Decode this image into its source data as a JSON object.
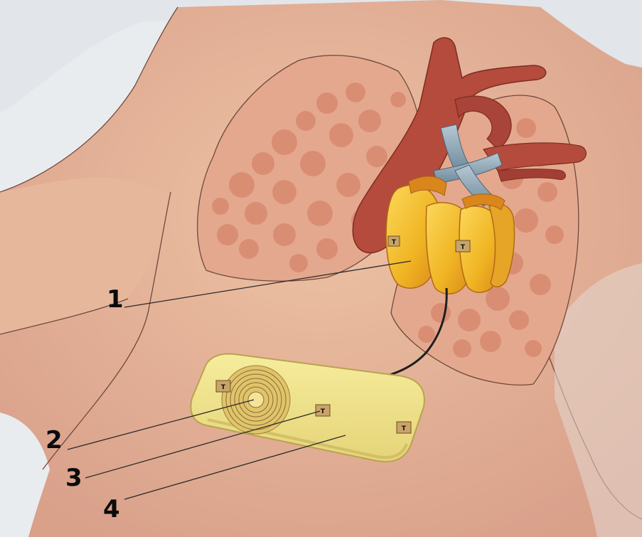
{
  "diagram": {
    "callouts": [
      {
        "id": "1",
        "label": "1"
      },
      {
        "id": "2",
        "label": "2"
      },
      {
        "id": "3",
        "label": "3"
      },
      {
        "id": "4",
        "label": "4"
      }
    ],
    "marker_text": "T",
    "colors": {
      "background": "#e9ecef",
      "skin": "#e7b798",
      "skin_shadow": "#d9a286",
      "lung_fill": "#e4a88f",
      "lung_pattern": "#d98e74",
      "vessel": "#b54b3c",
      "vessel_dark": "#8f3226",
      "graft": "#8fa8b8",
      "device_yellow": "#f2c12e",
      "device_orange": "#d9861c",
      "battery_fill": "#efe38a",
      "battery_edge": "#b9a34e",
      "marker_fill": "#c9a46a",
      "line": "#2a2a2a"
    }
  }
}
